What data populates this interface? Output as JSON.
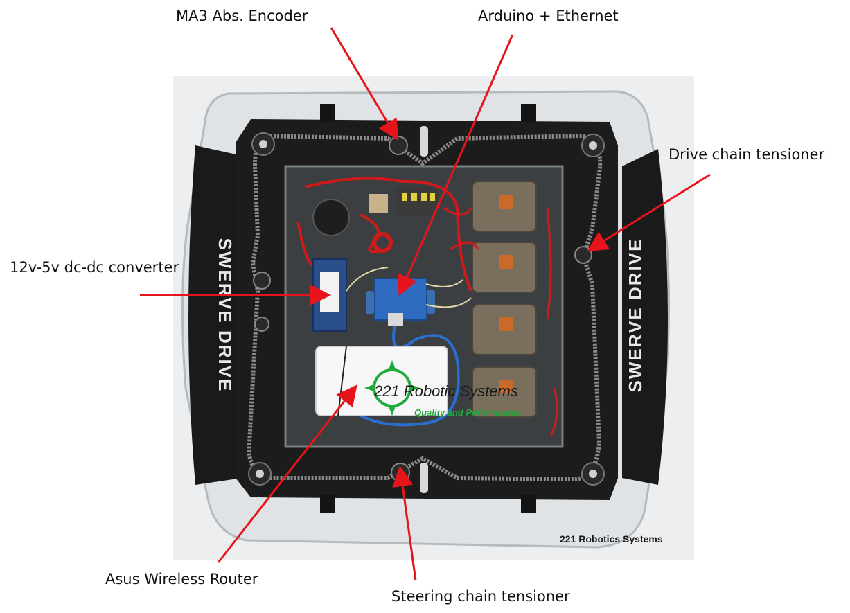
{
  "labels": {
    "encoder": "MA3 Abs. Encoder",
    "arduino": "Arduino + Ethernet",
    "drive_tensioner": "Drive chain tensioner",
    "dcdc": "12v-5v dc-dc converter",
    "router": "Asus Wireless Router",
    "steering_tensioner": "Steering chain tensioner"
  },
  "photo": {
    "watermark": "221 Robotics Systems",
    "logo_name": "221 Robotic Systems",
    "logo_tagline": "Quality and Performance",
    "side_text_left": "SWERVE DRIVE",
    "side_text_right": "SWERVE DRIVE"
  },
  "colors": {
    "arrow": "#e8141b",
    "frame": "#1c1c1c",
    "chain": "#8a8a8a",
    "acrylic": "#d6dadc",
    "wire_red": "#d01a1a",
    "wire_blue": "#2a6fd0",
    "logo_green": "#1faa3a"
  }
}
